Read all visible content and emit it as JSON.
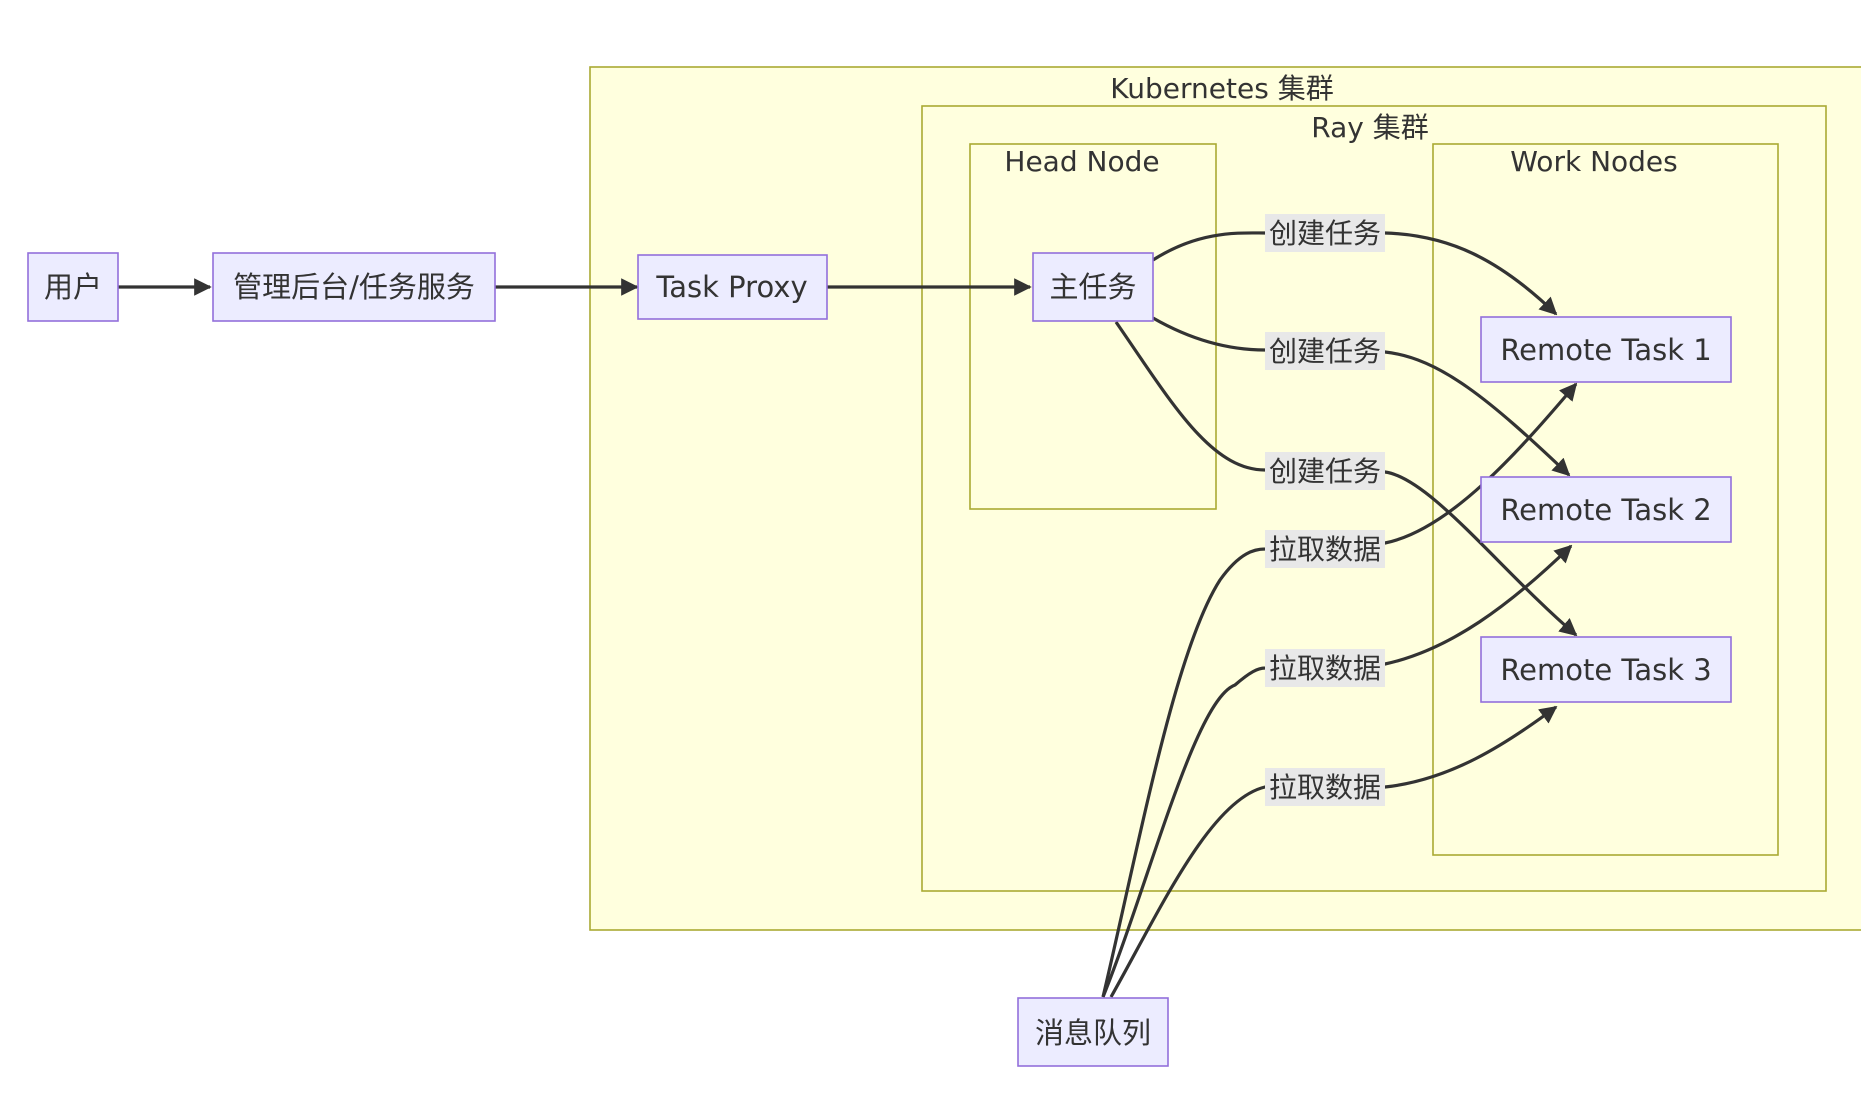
{
  "clusters": {
    "kubernetes": {
      "title": "Kubernetes 集群"
    },
    "ray": {
      "title": "Ray 集群"
    },
    "head": {
      "title": "Head Node"
    },
    "work": {
      "title": "Work Nodes"
    }
  },
  "nodes": {
    "user": "用户",
    "admin": "管理后台/任务服务",
    "proxy": "Task Proxy",
    "main": "主任务",
    "rt1": "Remote Task 1",
    "rt2": "Remote Task 2",
    "rt3": "Remote Task 3",
    "mq": "消息队列"
  },
  "edges": [
    {
      "from": "user",
      "to": "admin",
      "label": ""
    },
    {
      "from": "admin",
      "to": "proxy",
      "label": ""
    },
    {
      "from": "proxy",
      "to": "main",
      "label": ""
    },
    {
      "from": "main",
      "to": "rt1",
      "label": "创建任务"
    },
    {
      "from": "main",
      "to": "rt2",
      "label": "创建任务"
    },
    {
      "from": "main",
      "to": "rt3",
      "label": "创建任务"
    },
    {
      "from": "mq",
      "to": "rt1",
      "label": "拉取数据"
    },
    {
      "from": "mq",
      "to": "rt2",
      "label": "拉取数据"
    },
    {
      "from": "mq",
      "to": "rt3",
      "label": "拉取数据"
    }
  ],
  "colors": {
    "cluster_fill": "#ffffde",
    "cluster_stroke": "#aaaa33",
    "node_fill": "#ececff",
    "node_stroke": "#9370db",
    "edge": "#333333",
    "text": "#333333"
  }
}
